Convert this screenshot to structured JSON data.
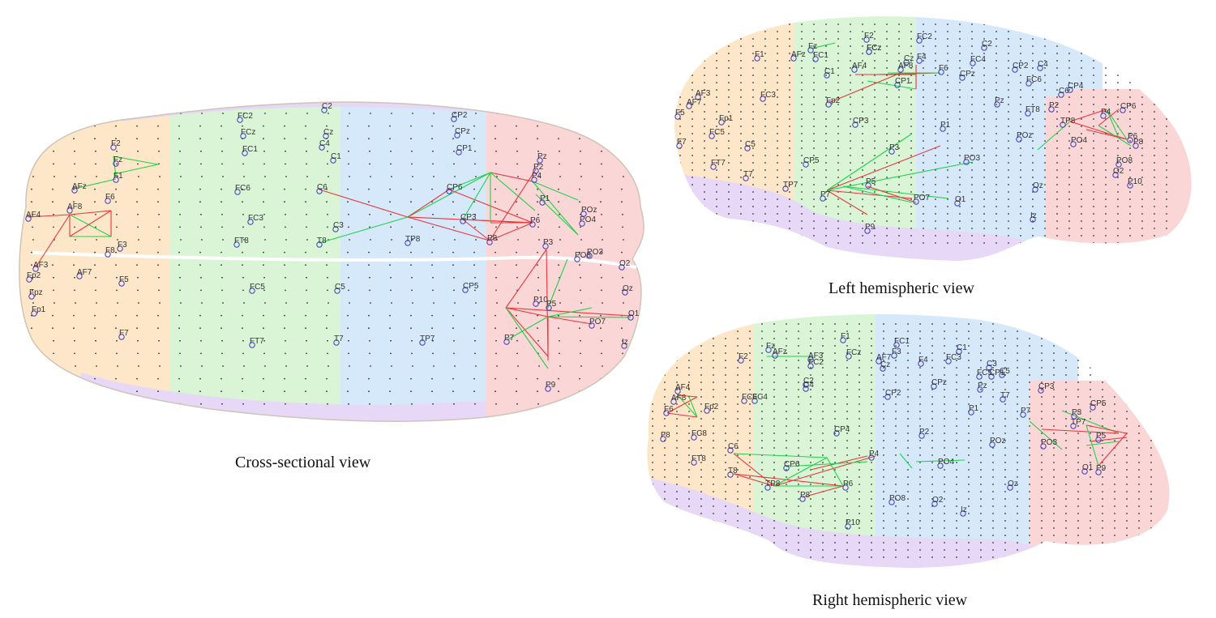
{
  "captions": {
    "cross": "Cross-sectional view",
    "left": "Left hemispheric view",
    "right": "Right hemispheric view"
  },
  "colors": {
    "frontal": "#fde7c8",
    "central": "#d9f5d6",
    "parietal": "#d6e9fb",
    "occipital": "#fbd6d6",
    "temporal": "#e6d8f6",
    "edge_red": "#e8363a",
    "edge_green": "#1fd14a",
    "electrode": "#3b3bbf"
  },
  "views": {
    "cross": {
      "electrodes": [
        "F2",
        "Fz",
        "F1",
        "AFz",
        "AF4",
        "AF8",
        "F6",
        "F3",
        "F8",
        "AF3",
        "Fp2",
        "AF7",
        "F5",
        "Fpz",
        "Fp1",
        "F7",
        "FC2",
        "FCz",
        "FC1",
        "FC6",
        "FC3",
        "FT8",
        "FC5",
        "FT7",
        "C2",
        "Cz",
        "C4",
        "C1",
        "C6",
        "C3",
        "T8",
        "C5",
        "T7",
        "CP2",
        "CPz",
        "CP1",
        "CP6",
        "CP3",
        "TP8",
        "CP5",
        "TP7",
        "Pz",
        "P2",
        "P4",
        "P1",
        "P6",
        "P3",
        "P8",
        "POz",
        "PO4",
        "PO8",
        "PO3",
        "O2",
        "Oz",
        "O1",
        "Iz",
        "P10",
        "P5",
        "P7",
        "PO7",
        "P9"
      ]
    },
    "left": {
      "electrodes": [
        "Fz",
        "F2",
        "FC2",
        "F1",
        "AFz",
        "FC1",
        "F4",
        "C2",
        "FCz",
        "AF4",
        "Cz",
        "F6",
        "FC4",
        "CP2",
        "C4",
        "AF8",
        "C1",
        "CPz",
        "FC6",
        "C6",
        "AF3",
        "AF7",
        "F5",
        "FC3",
        "Fp2",
        "Fp1",
        "FCz",
        "CP4",
        "P2",
        "FT8",
        "CP6",
        "F7",
        "FC5",
        "C5",
        "CP3",
        "P1",
        "POz",
        "TP8",
        "P4",
        "P6",
        "PO4",
        "P8",
        "CP5",
        "FT7",
        "T7",
        "TP7",
        "PO3",
        "P3",
        "P5",
        "PO7",
        "O1",
        "Oz",
        "Iz",
        "P7",
        "P9",
        "PO8",
        "O2",
        "P10",
        "CP1",
        "Pz"
      ]
    },
    "right": {
      "electrodes": [
        "Fz",
        "F1",
        "FC1",
        "F2",
        "AFz",
        "FCz",
        "AF3",
        "AF7",
        "F3",
        "FC2",
        "C1",
        "FC3",
        "C3",
        "F4",
        "Cz",
        "Fp2",
        "AF4",
        "AF8",
        "F6",
        "FC4",
        "F8",
        "FC6",
        "FC8",
        "FT8",
        "C6",
        "T8",
        "C2",
        "C4",
        "CP2",
        "CP4",
        "CP6",
        "TP8",
        "P2",
        "P4",
        "P6",
        "P8",
        "PO4",
        "PO8",
        "O2",
        "Iz",
        "P10",
        "CPz",
        "FC5",
        "C5",
        "CP1",
        "CP3",
        "CP5",
        "P1",
        "P3",
        "P5",
        "P7",
        "PO3",
        "TP7",
        "POz",
        "O1",
        "P9",
        "T7",
        "Oz",
        "Pz"
      ]
    }
  }
}
